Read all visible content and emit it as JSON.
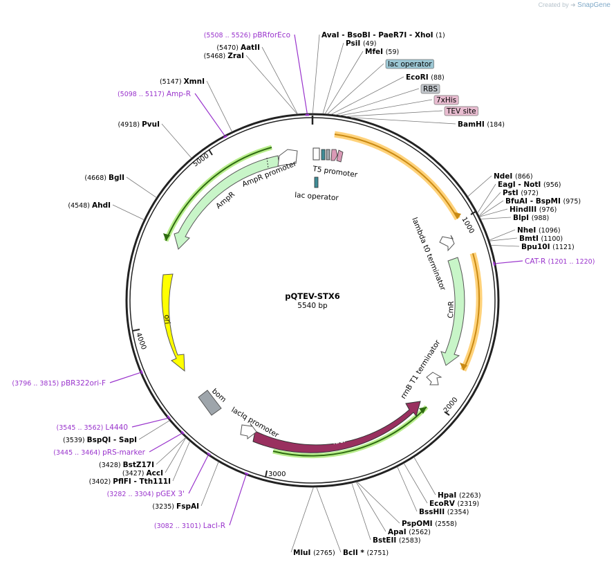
{
  "credit": {
    "prefix": "Created by",
    "brand": "SnapGene"
  },
  "map": {
    "name": "pQTEV-STX6",
    "length_label": "5540 bp",
    "total_bp": 5540,
    "tick_labels": [
      "1000",
      "2000",
      "3000",
      "4000",
      "5000"
    ]
  },
  "labels": {
    "top": [
      {
        "name": "pBRforEco",
        "pos": "(5508 .. 5526)",
        "kind": "primer",
        "bp": 5515
      },
      {
        "name": "AatII",
        "pos": "(5470)",
        "kind": "site",
        "bp": 5470
      },
      {
        "name": "ZraI",
        "pos": "(5468)",
        "kind": "site",
        "bp": 5468
      },
      {
        "name": "AvaI  - BsoBI  - PaeR7I  - XhoI",
        "pos": "(1)",
        "kind": "site",
        "bp": 1
      },
      {
        "name": "PsiI",
        "pos": "(49)",
        "kind": "site",
        "bp": 49
      },
      {
        "name": "MfeI",
        "pos": "(59)",
        "kind": "site",
        "bp": 59
      },
      {
        "name": "lac operator",
        "pos": "",
        "kind": "feature-box",
        "color": "#9cc7d4",
        "bp": 70
      },
      {
        "name": "EcoRI",
        "pos": "(88)",
        "kind": "site",
        "bp": 88
      },
      {
        "name": "RBS",
        "pos": "",
        "kind": "feature-box",
        "color": "#c2c7cc",
        "bp": 110
      },
      {
        "name": "7xHis",
        "pos": "",
        "kind": "feature-box",
        "color": "#e8bcd0",
        "bp": 130
      },
      {
        "name": "TEV site",
        "pos": "",
        "kind": "feature-box",
        "color": "#e8bcd0",
        "bp": 160
      },
      {
        "name": "BamHI",
        "pos": "(184)",
        "kind": "site",
        "bp": 184
      }
    ],
    "right": [
      {
        "name": "NdeI",
        "pos": "(866)",
        "kind": "site",
        "bp": 866
      },
      {
        "name": "EagI  - NotI",
        "pos": "(956)",
        "kind": "site",
        "bp": 956
      },
      {
        "name": "PstI",
        "pos": "(972)",
        "kind": "site",
        "bp": 972
      },
      {
        "name": "BfuAI  - BspMI",
        "pos": "(975)",
        "kind": "site",
        "bp": 975
      },
      {
        "name": "HindIII",
        "pos": "(976)",
        "kind": "site",
        "bp": 976
      },
      {
        "name": "BlpI",
        "pos": "(988)",
        "kind": "site",
        "bp": 988
      },
      {
        "name": "NheI",
        "pos": "(1096)",
        "kind": "site",
        "bp": 1096
      },
      {
        "name": "BmtI",
        "pos": "(1100)",
        "kind": "site",
        "bp": 1100
      },
      {
        "name": "Bpu10I",
        "pos": "(1121)",
        "kind": "site",
        "bp": 1121
      },
      {
        "name": "CAT-R",
        "pos": "(1201 .. 1220)",
        "kind": "primer",
        "bp": 1210
      }
    ],
    "bottom": [
      {
        "name": "HpaI",
        "pos": "(2263)",
        "kind": "site",
        "bp": 2263
      },
      {
        "name": "EcoRV",
        "pos": "(2319)",
        "kind": "site",
        "bp": 2319
      },
      {
        "name": "BssHII",
        "pos": "(2354)",
        "kind": "site",
        "bp": 2354
      },
      {
        "name": "PspOMI",
        "pos": "(2558)",
        "kind": "site",
        "bp": 2558
      },
      {
        "name": "ApaI",
        "pos": "(2562)",
        "kind": "site",
        "bp": 2562
      },
      {
        "name": "BstEII",
        "pos": "(2583)",
        "kind": "site",
        "bp": 2583
      },
      {
        "name": "BclI *",
        "pos": "(2751)",
        "kind": "site",
        "bp": 2751
      },
      {
        "name": "MluI",
        "pos": "(2765)",
        "kind": "site",
        "bp": 2765
      }
    ],
    "left": [
      {
        "name": "XmnI",
        "pos": "(5147)",
        "kind": "site",
        "bp": 5147
      },
      {
        "name": "Amp-R",
        "pos": "(5098 .. 5117)",
        "kind": "primer",
        "bp": 5108
      },
      {
        "name": "PvuI",
        "pos": "(4918)",
        "kind": "site",
        "bp": 4918
      },
      {
        "name": "BglI",
        "pos": "(4668)",
        "kind": "site",
        "bp": 4668
      },
      {
        "name": "AhdI",
        "pos": "(4548)",
        "kind": "site",
        "bp": 4548
      },
      {
        "name": "pBR322ori-F",
        "pos": "(3796 .. 3815)",
        "kind": "primer",
        "bp": 3805
      },
      {
        "name": "L4440",
        "pos": "(3545 .. 3562)",
        "kind": "primer",
        "bp": 3553
      },
      {
        "name": "BspQI  - SapI",
        "pos": "(3539)",
        "kind": "site",
        "bp": 3539
      },
      {
        "name": "pRS-marker",
        "pos": "(3445 .. 3464)",
        "kind": "primer",
        "bp": 3455
      },
      {
        "name": "BstZ17I",
        "pos": "(3428)",
        "kind": "site",
        "bp": 3428
      },
      {
        "name": "AccI",
        "pos": "(3427)",
        "kind": "site",
        "bp": 3427
      },
      {
        "name": "PflFI  - Tth111I",
        "pos": "(3402)",
        "kind": "site",
        "bp": 3402
      },
      {
        "name": "pGEX 3'",
        "pos": "(3282 .. 3304)",
        "kind": "primer",
        "bp": 3293
      },
      {
        "name": "FspAI",
        "pos": "(3235)",
        "kind": "site",
        "bp": 3235
      },
      {
        "name": "LacI-R",
        "pos": "(3082 .. 3101)",
        "kind": "primer",
        "bp": 3091
      }
    ]
  },
  "features": [
    {
      "name": "T5 promoter",
      "color": "#ffffff"
    },
    {
      "name": "lac operator",
      "color": "#3f8c96"
    },
    {
      "name": "lambda t0 terminator",
      "color": "#ffffff"
    },
    {
      "name": "CmR",
      "color": "#c8f5c8"
    },
    {
      "name": "rrnB T1 terminator",
      "color": "#ffffff"
    },
    {
      "name": "lacI",
      "color": "#99305f"
    },
    {
      "name": "lacIq promoter",
      "color": "#ffffff"
    },
    {
      "name": "bom",
      "color": "#9ea5ab"
    },
    {
      "name": "ori",
      "color": "#ffff00"
    },
    {
      "name": "AmpR",
      "color": "#c8f5c8"
    },
    {
      "name": "AmpR promoter",
      "color": "#ffffff"
    }
  ],
  "colors": {
    "primer": "#9933cc",
    "backbone": "#222222",
    "orange": "#ffad35",
    "green": "#9de05a"
  }
}
